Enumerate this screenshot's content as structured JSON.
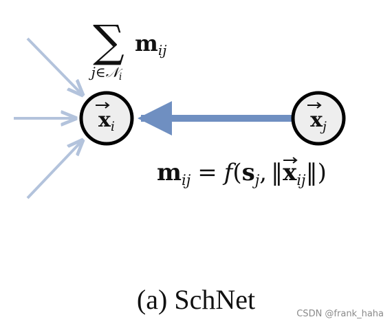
{
  "diagram": {
    "colors": {
      "node_fill": "#eeeeee",
      "node_stroke": "#000000",
      "edge_main": "#6f8fc1",
      "edge_incoming": "#b3c3dc"
    },
    "nodes": {
      "xi": {
        "symbol": "x",
        "subscript": "i"
      },
      "xj": {
        "symbol": "x",
        "subscript": "j"
      }
    },
    "sum_label": {
      "operator": "∑",
      "term": "m",
      "term_sub": "ij",
      "index_j": "j",
      "index_in": "∈",
      "index_set": "𝒩",
      "index_set_sub": "i"
    },
    "message_formula": {
      "lhs": "m",
      "lhs_sub": "ij",
      "equals": "=",
      "func": "f",
      "open": "(",
      "arg_s": "s",
      "arg_s_sub": "j",
      "comma": ",",
      "norm_open": "‖",
      "arg_x": "x",
      "arg_x_sub": "ij",
      "norm_close": "‖",
      "close": ")"
    }
  },
  "caption": "(a) SchNet",
  "watermark": "CSDN @frank_haha"
}
